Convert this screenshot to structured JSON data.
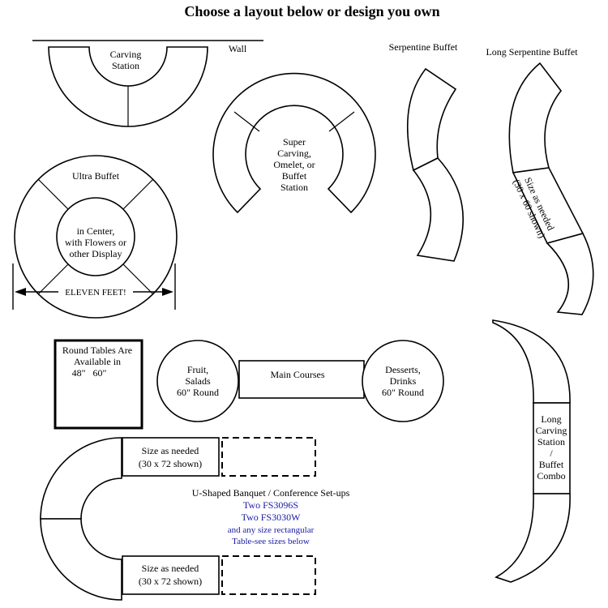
{
  "title": "Choose a layout below or design you own",
  "wall": "Wall",
  "carving_station": [
    "Carving",
    "Station"
  ],
  "serpentine_buffet": "Serpentine Buffet",
  "long_serpentine_buffet": "Long Serpentine Buffet",
  "super_carving": [
    "Super",
    "Carving,",
    "Omelet, or",
    "Buffet",
    "Station"
  ],
  "ultra_buffet": {
    "title": "Ultra Buffet",
    "center": [
      "in Center,",
      "with Flowers or",
      "other Display"
    ],
    "dimension": "ELEVEN FEET!"
  },
  "long_serpentine_size": [
    "Size as needed",
    "(30 x 60 shown)"
  ],
  "round_tables_note": [
    "Round Tables Are",
    "Available in",
    "48\"   60\""
  ],
  "fruit": [
    "Fruit,",
    "Salads",
    "60\" Round"
  ],
  "main_courses": "Main Courses",
  "desserts": [
    "Desserts,",
    "Drinks",
    "60\" Round"
  ],
  "long_carving": [
    "Long",
    "Carving",
    "Station",
    "/",
    "Buffet",
    "Combo"
  ],
  "u_shape_size_top": [
    "Size as needed",
    "(30 x 72 shown)"
  ],
  "u_shape_size_bottom": [
    "Size as needed",
    "(30 x 72 shown)"
  ],
  "u_shaped": {
    "title": "U-Shaped Banquet / Conference Set-ups",
    "line1": "Two FS3096S",
    "line2": "Two FS3030W",
    "line3": "and any size rectangular",
    "line4": "Table-see sizes below",
    "accent": "#1a1aa6"
  }
}
